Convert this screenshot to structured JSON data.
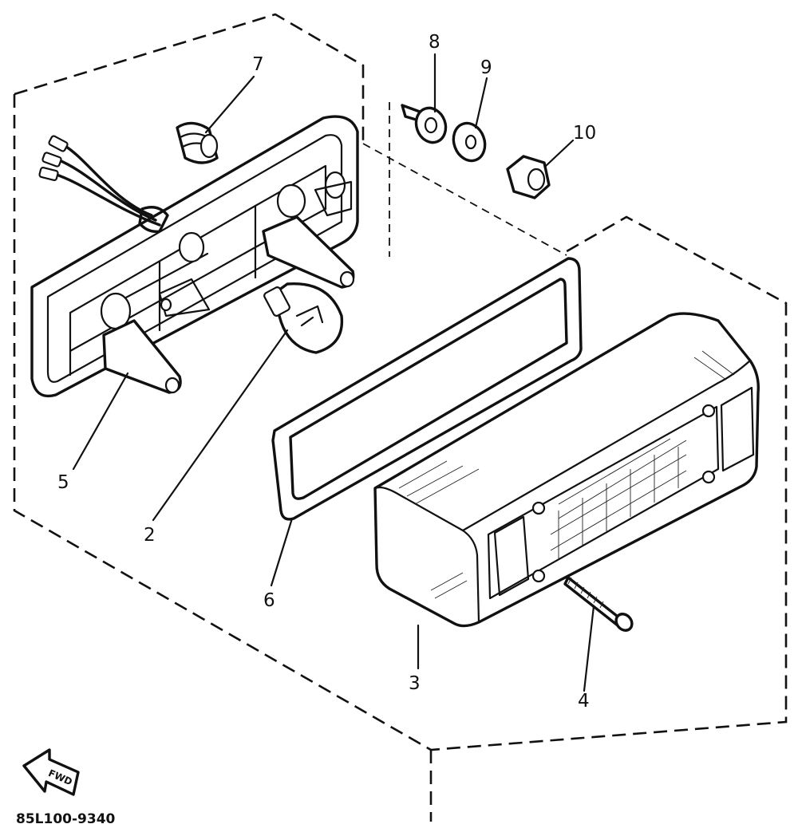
{
  "diagram": {
    "type": "exploded-parts-view",
    "callouts": [
      {
        "label": "2"
      },
      {
        "label": "3"
      },
      {
        "label": "4"
      },
      {
        "label": "5"
      },
      {
        "label": "6"
      },
      {
        "label": "7"
      },
      {
        "label": "8"
      },
      {
        "label": "9"
      },
      {
        "label": "10"
      }
    ],
    "direction_badge": "FWD",
    "drawing_code": "85L100-9340"
  }
}
